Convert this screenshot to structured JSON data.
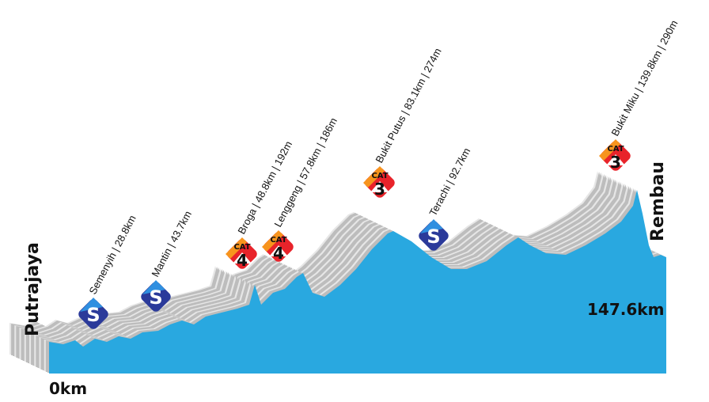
{
  "start": {
    "name": "Putrajaya",
    "km_label": "0km"
  },
  "finish": {
    "name": "Rembau",
    "km_label": "147.6km"
  },
  "markers": [
    {
      "type": "sprint",
      "badge": "S",
      "label": "Semenyih | 28.8km"
    },
    {
      "type": "sprint",
      "badge": "S",
      "label": "Mantin | 43.7km"
    },
    {
      "type": "climb",
      "cat_text": "CAT",
      "cat": "4",
      "label": "Broga | 48.8km | 192m"
    },
    {
      "type": "climb",
      "cat_text": "CAT",
      "cat": "4",
      "label": "Lenggeng | 57.8km | 186m"
    },
    {
      "type": "climb",
      "cat_text": "CAT",
      "cat": "3",
      "label": "Bukit Putus | 83.1km | 274m"
    },
    {
      "type": "sprint",
      "badge": "S",
      "label": "Terachi | 92.7km"
    },
    {
      "type": "climb",
      "cat_text": "CAT",
      "cat": "3",
      "label": "Bukit Miku | 139.8km | 290m"
    }
  ],
  "colors": {
    "profile": "#29a8e0",
    "side": "#c8c8c8",
    "sprint": "#2b3a9a",
    "climb_red": "#e8232a",
    "climb_orange": "#f7941d"
  }
}
